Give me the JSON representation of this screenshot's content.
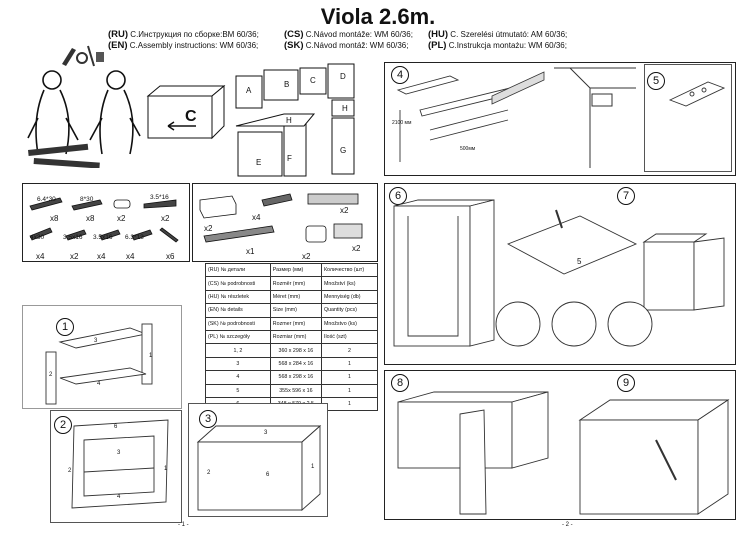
{
  "title": "Viola 2.6m.",
  "languages": [
    {
      "code": "(RU)",
      "text": "С.Инструкция по сборке:ВМ 60/36;"
    },
    {
      "code": "(CS)",
      "text": "C.Návod montáže: WM 60/36;"
    },
    {
      "code": "(HU)",
      "text": "C. Szerelési útmutató: AM 60/36;"
    },
    {
      "code": "(EN)",
      "text": "C.Assembly instructions: WM 60/36;"
    },
    {
      "code": "(SK)",
      "text": "C.Návod montáž: WM 60/36;"
    },
    {
      "code": "(PL)",
      "text": "C.Instrukcja montażu: WM 60/36;"
    }
  ],
  "cabinet_letter": "C",
  "overview_labels": [
    "A",
    "B",
    "C",
    "D",
    "H",
    "H",
    "E",
    "F",
    "G"
  ],
  "hardware_row1": [
    {
      "spec": "6.4*30",
      "qty": "x8"
    },
    {
      "spec": "8*30",
      "qty": "x8"
    },
    {
      "spec": "",
      "qty": "x2"
    },
    {
      "spec": "3.5*16",
      "qty": "x2"
    }
  ],
  "hardware_row2": [
    {
      "spec": "4x30",
      "qty": "x4"
    },
    {
      "spec": "3.5x16",
      "qty": "x2"
    },
    {
      "spec": "3.5x16",
      "qty": "x4"
    },
    {
      "spec": "6.3*13",
      "qty": "x4"
    },
    {
      "spec": "",
      "qty": "x6"
    }
  ],
  "fittings_qty": [
    "x2",
    "x4",
    "x2",
    "x1",
    "x2",
    "x2"
  ],
  "parts_table": {
    "header": [
      "(RU) № детали",
      "Размер (мм)",
      "Количество (шт)"
    ],
    "lang_rows": [
      [
        "(CS) № podrobnosti",
        "Rozměr (mm)",
        "Množství (ks)"
      ],
      [
        "(HU) № részletek",
        "Méret (mm)",
        "Mennyiség (db)"
      ],
      [
        "(EN) № details",
        "Size (mm)",
        "Quantity (pcs)"
      ],
      [
        "(SK) № podrobnosti",
        "Rozmer (mm)",
        "Množstvo (ks)"
      ],
      [
        "(PL) № szczegóły",
        "Rozmiar (mm)",
        "Ilość (szt)"
      ]
    ],
    "rows": [
      [
        "1, 2",
        "360 x 298 x 16",
        "2"
      ],
      [
        "3",
        "568 x 284 x 16",
        "1"
      ],
      [
        "4",
        "568 x 298 x 16",
        "1"
      ],
      [
        "5",
        "355x 596 x 16",
        "1"
      ],
      [
        "6",
        "348 x 579 x 2.5",
        "1"
      ]
    ]
  },
  "steps": [
    "1",
    "2",
    "3",
    "4",
    "5",
    "6",
    "7",
    "8",
    "9"
  ],
  "step1_parts": [
    "3",
    "2",
    "4",
    "1"
  ],
  "step2_parts": [
    "6",
    "3",
    "2",
    "1",
    "4"
  ],
  "step3_parts": [
    "3",
    "2",
    "6",
    "1"
  ],
  "step4_dims": [
    "2100 мм",
    "500мм"
  ],
  "step7_part": "5",
  "pages": [
    "- 1 -",
    "- 2 -"
  ]
}
